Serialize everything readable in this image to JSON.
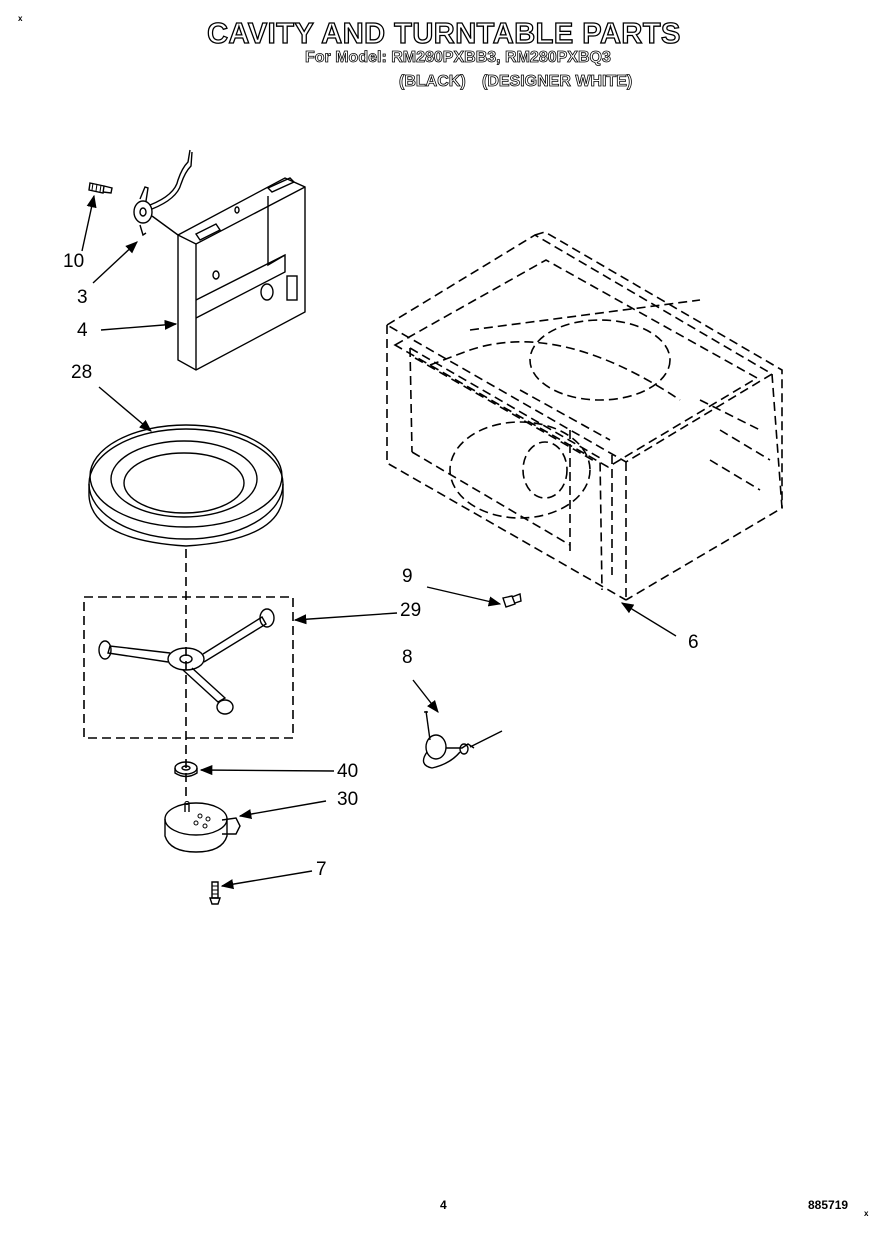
{
  "header": {
    "title": "CAVITY AND TURNTABLE PARTS",
    "subtitle": "For Model: RM280PXBB3, RM280PXBQ3",
    "variant_black": "(BLACK)",
    "variant_white": "(DESIGNER WHITE)"
  },
  "corner_marks": {
    "top_left": "x",
    "bottom_right": "x"
  },
  "callouts": {
    "p10": "10",
    "p3": "3",
    "p4": "4",
    "p28": "28",
    "p29": "29",
    "p9": "9",
    "p6": "6",
    "p8": "8",
    "p40": "40",
    "p30": "30",
    "p7": "7"
  },
  "footer": {
    "page_number": "4",
    "doc_number": "885719"
  }
}
